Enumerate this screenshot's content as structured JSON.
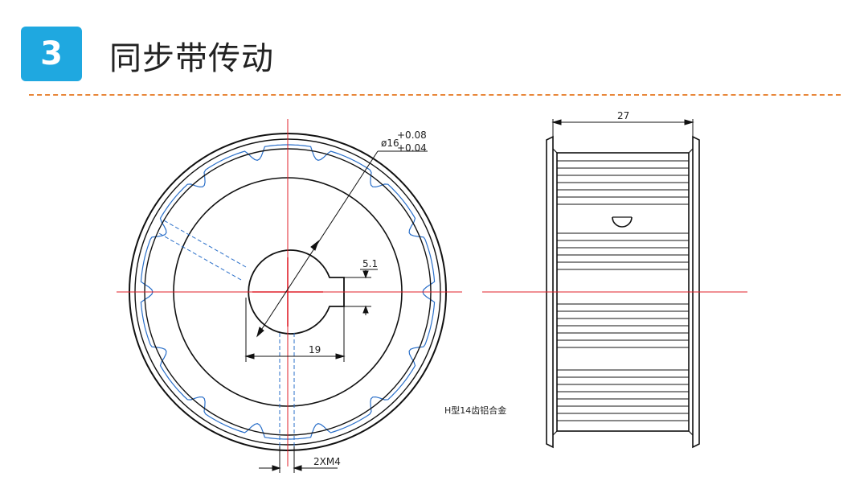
{
  "header": {
    "number": "3",
    "title": "同步带传动"
  },
  "drawing": {
    "bore_diameter_label": "ø16",
    "bore_tolerance_upper": "+0.08",
    "bore_tolerance_lower": "+0.04",
    "keyway_depth_label": "5.1",
    "keyway_width_label": "19",
    "set_screw_label": "2XM4",
    "width_label": "27",
    "caption": "H型14齿铝合金",
    "tooth_count": 14,
    "colors": {
      "center_line": "#e0202a",
      "hidden_line": "#2a6fc9",
      "outline": "#111111",
      "accent_rule": "#e8873a",
      "badge": "#1fa8e0"
    }
  }
}
